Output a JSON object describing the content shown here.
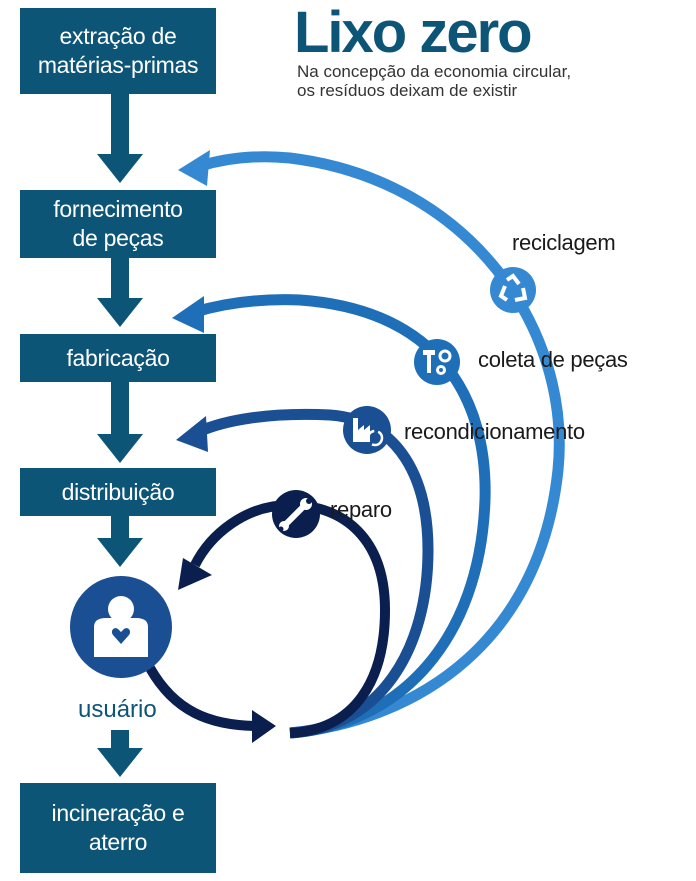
{
  "header": {
    "title": "Lixo zero",
    "subtitle": "Na concepção da economia circular,\nos resíduos deixam de existir"
  },
  "linear_flow": [
    {
      "label": "extração de\nmatérias-primas"
    },
    {
      "label": "fornecimento\nde peças"
    },
    {
      "label": "fabricação"
    },
    {
      "label": "distribuição"
    },
    {
      "label": "usuário"
    },
    {
      "label": "incineração e\naterro"
    }
  ],
  "loops": [
    {
      "label": "reparo",
      "icon": "wrench-icon",
      "returns_to": "usuário",
      "color": "#0b1f4e"
    },
    {
      "label": "recondicionamento",
      "icon": "factory-refresh-icon",
      "returns_to": "distribuição",
      "color": "#1b4f93"
    },
    {
      "label": "coleta de peças",
      "icon": "parts-gears-icon",
      "returns_to": "fabricação",
      "color": "#1f6fb8"
    },
    {
      "label": "reciclagem",
      "icon": "recycle-icon",
      "returns_to": "fornecimento de peças",
      "color": "#3589d2"
    }
  ],
  "colors": {
    "box": "#0d5577",
    "title": "#0d5577",
    "user_circle": "#1b4f93"
  }
}
